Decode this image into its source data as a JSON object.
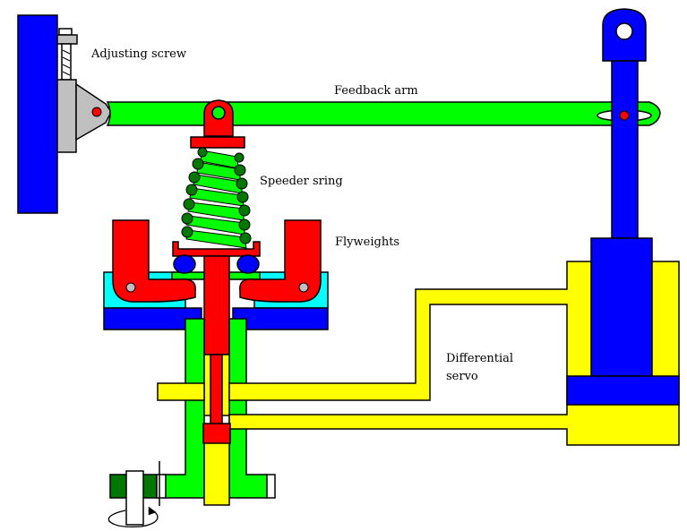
{
  "title": "Mechanical-hydraulic governor with differential servo",
  "labels": {
    "adjusting_screw": "Adjusting screw",
    "feedback_arm": "Feedback arm",
    "speeder_spring": "Speeder sring",
    "flyweights": "Flyweights",
    "differential_servo_line1": "Differential",
    "differential_servo_line2": "servo"
  },
  "colors": {
    "blue": "#0000ff",
    "green": "#00ff00",
    "dark_green": "#007700",
    "red": "#ff0000",
    "yellow": "#ffff00",
    "cyan": "#00ffff",
    "gray": "#c0c0c0",
    "outline": "#000000"
  }
}
